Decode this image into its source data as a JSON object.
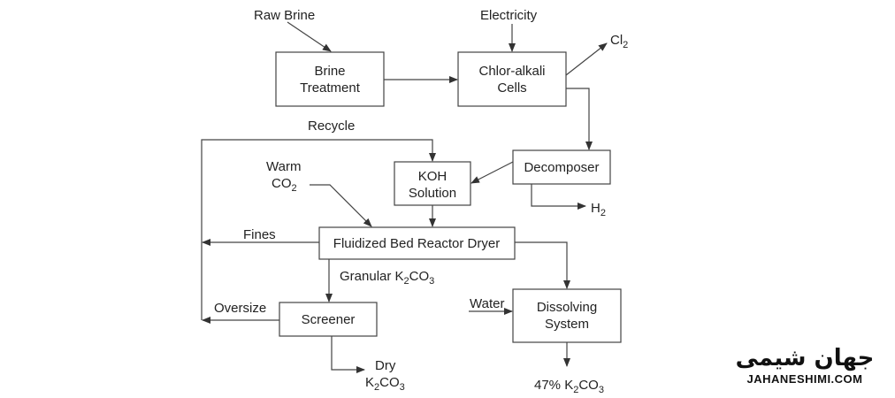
{
  "boxes": {
    "brine_treatment": [
      "Brine",
      "Treatment"
    ],
    "chlor_alkali": [
      "Chlor-alkali",
      "Cells"
    ],
    "decomposer": "Decomposer",
    "koh_solution": [
      "KOH",
      "Solution"
    ],
    "reactor_dryer": "Fluidized Bed Reactor Dryer",
    "screener": "Screener",
    "dissolving": [
      "Dissolving",
      "System"
    ]
  },
  "streams": {
    "raw_brine": "Raw Brine",
    "electricity": "Electricity",
    "cl2": {
      "base": "Cl",
      "sub": "2"
    },
    "recycle": "Recycle",
    "warm": "Warm",
    "co2": {
      "base": "CO",
      "sub": "2"
    },
    "h2": {
      "base": "H",
      "sub": "2"
    },
    "fines": "Fines",
    "granular": {
      "pre": "Granular K",
      "sub1": "2",
      "mid": "CO",
      "sub2": "3"
    },
    "oversize": "Oversize",
    "water": "Water",
    "dry": "Dry",
    "dry_k2co3": {
      "pre": "K",
      "sub1": "2",
      "mid": "CO",
      "sub2": "3"
    },
    "product": {
      "pre": "47% K",
      "sub1": "2",
      "mid": "CO",
      "sub2": "3"
    }
  },
  "watermark": {
    "persian": "جهان شیمی",
    "latin": "JAHANESHIMI.COM"
  }
}
